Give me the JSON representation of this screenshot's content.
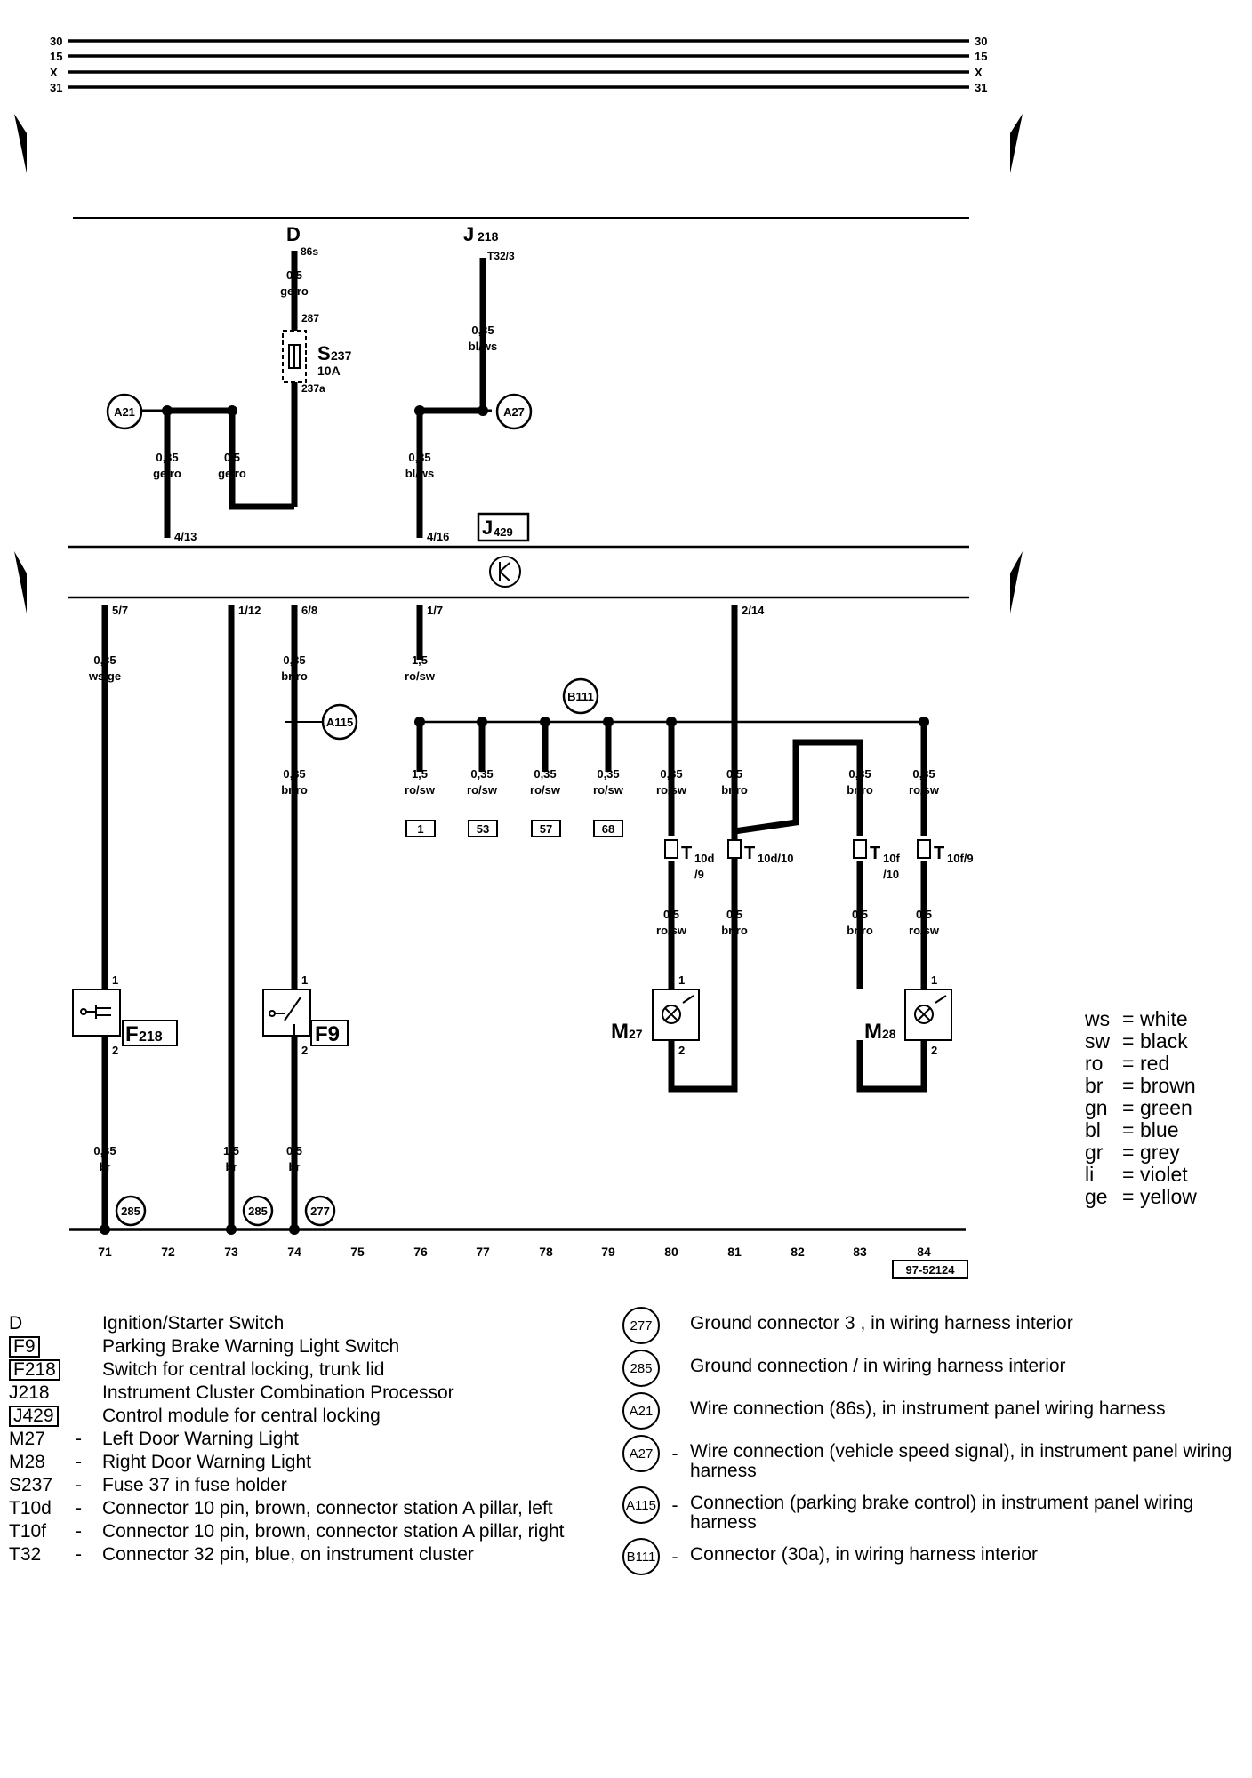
{
  "rails": {
    "left": [
      "30",
      "15",
      "X",
      "31"
    ],
    "right": [
      "30",
      "15",
      "X",
      "31"
    ]
  },
  "components": {
    "D": {
      "label": "D",
      "pin": "86s"
    },
    "J218": {
      "label": "J",
      "sub": "218",
      "pin": "T32/3"
    },
    "S237": {
      "label": "S",
      "sub": "237",
      "rating": "10A",
      "pin_top": "287",
      "pin_bottom": "237a"
    },
    "J429": {
      "label": "J",
      "sub": "429"
    },
    "F218": {
      "label": "F",
      "sub": "218"
    },
    "F9": {
      "label": "F9"
    },
    "M27": {
      "label": "M",
      "sub": "27"
    },
    "M28": {
      "label": "M",
      "sub": "28"
    }
  },
  "wires": {
    "d_out": [
      "0,5",
      "ge/ro"
    ],
    "j218_out": [
      "0,35",
      "bl/ws"
    ],
    "a21_left": [
      "0,35",
      "ge/ro"
    ],
    "a21_right": [
      "0,5",
      "ge/ro"
    ],
    "a27_down": [
      "0,35",
      "bl/ws"
    ],
    "c71": [
      "0,35",
      "ws/ge"
    ],
    "c74a": [
      "0,35",
      "br/ro"
    ],
    "c74b": [
      "0,35",
      "br/ro"
    ],
    "c76": [
      "1,5",
      "ro/sw"
    ],
    "b76": [
      "1,5",
      "ro/sw"
    ],
    "b77": [
      "0,35",
      "ro/sw"
    ],
    "b78": [
      "0,35",
      "ro/sw"
    ],
    "b79": [
      "0,35",
      "ro/sw"
    ],
    "b80": [
      "0,35",
      "ro/sw"
    ],
    "b81": [
      "0,5",
      "br/ro"
    ],
    "b83": [
      "0,35",
      "br/ro"
    ],
    "b84": [
      "0,35",
      "ro/sw"
    ],
    "m80": [
      "0,5",
      "ro/sw"
    ],
    "m81": [
      "0,5",
      "br/ro"
    ],
    "m83": [
      "0,5",
      "br/ro"
    ],
    "m84": [
      "0,5",
      "ro/sw"
    ],
    "g71": [
      "0,35",
      "br"
    ],
    "g73": [
      "1,5",
      "br"
    ],
    "g74": [
      "0,5",
      "br"
    ]
  },
  "pins": {
    "top_4_13": "4/13",
    "top_4_16": "4/16",
    "bot_5_7": "5/7",
    "bot_1_12": "1/12",
    "bot_6_8": "6/8",
    "bot_1_7": "1/7",
    "bot_2_14": "2/14",
    "one": "1",
    "two": "2"
  },
  "connector_boxes": [
    "1",
    "53",
    "57",
    "68"
  ],
  "connectors": {
    "t10d9": {
      "main": "T",
      "sub": "10d",
      "suffix": "/9"
    },
    "t10d10": {
      "main": "T",
      "sub": "10d/10"
    },
    "t10f10": {
      "main": "T",
      "sub": "10f",
      "suffix": "/10"
    },
    "t10f9": {
      "main": "T",
      "sub": "10f/9"
    }
  },
  "nodes": {
    "A21": "A21",
    "A27": "A27",
    "A115": "A115",
    "B111": "B111"
  },
  "grounds": {
    "g285a": "285",
    "g285b": "285",
    "g277": "277"
  },
  "columns": [
    "71",
    "72",
    "73",
    "74",
    "75",
    "76",
    "77",
    "78",
    "79",
    "80",
    "81",
    "82",
    "83",
    "84"
  ],
  "diagram_id": "97-52124",
  "legend_left": [
    {
      "code": "D",
      "boxed": false,
      "dash": "",
      "desc": "Ignition/Starter Switch"
    },
    {
      "code": "F9",
      "boxed": true,
      "dash": "",
      "desc": "Parking Brake Warning Light Switch"
    },
    {
      "code": "F218",
      "boxed": true,
      "dash": "",
      "desc": "Switch for central locking, trunk lid"
    },
    {
      "code": "J218",
      "boxed": false,
      "dash": "",
      "desc": "Instrument Cluster Combination Processor"
    },
    {
      "code": "J429",
      "boxed": true,
      "dash": "",
      "desc": "Control module for central locking"
    },
    {
      "code": "M27",
      "boxed": false,
      "dash": "-",
      "desc": "Left Door Warning Light"
    },
    {
      "code": "M28",
      "boxed": false,
      "dash": "-",
      "desc": "Right Door Warning Light"
    },
    {
      "code": "S237",
      "boxed": false,
      "dash": "-",
      "desc": "Fuse 37 in fuse holder"
    },
    {
      "code": "T10d",
      "boxed": false,
      "dash": "-",
      "desc": "Connector 10 pin, brown, connector station A pillar, left"
    },
    {
      "code": "T10f",
      "boxed": false,
      "dash": "-",
      "desc": "Connector 10 pin, brown, connector station A pillar, right"
    },
    {
      "code": "T32",
      "boxed": false,
      "dash": "-",
      "desc": "Connector 32 pin, blue, on instrument cluster"
    }
  ],
  "legend_right": [
    {
      "code": "277",
      "dash": "",
      "desc": "Ground connector  3 , in wiring harness interior"
    },
    {
      "code": "285",
      "dash": "",
      "desc": "Ground connection  /  in wiring harness interior"
    },
    {
      "code": "A21",
      "dash": "",
      "desc": "Wire connection (86s), in instrument panel wiring harness"
    },
    {
      "code": "A27",
      "dash": "-",
      "desc": "Wire connection (vehicle speed signal), in instrument panel wiring harness"
    },
    {
      "code": "A115",
      "dash": "-",
      "desc": "Connection (parking brake control) in instrument panel wiring harness"
    },
    {
      "code": "B111",
      "dash": "-",
      "desc": "Connector (30a), in wiring harness interior"
    }
  ],
  "color_key": [
    {
      "k": "ws",
      "v": "white"
    },
    {
      "k": "sw",
      "v": "black"
    },
    {
      "k": "ro",
      "v": "red"
    },
    {
      "k": "br",
      "v": "brown"
    },
    {
      "k": "gn",
      "v": "green"
    },
    {
      "k": "bl",
      "v": "blue"
    },
    {
      "k": "gr",
      "v": "grey"
    },
    {
      "k": "li",
      "v": "violet"
    },
    {
      "k": "ge",
      "v": "yellow"
    }
  ]
}
